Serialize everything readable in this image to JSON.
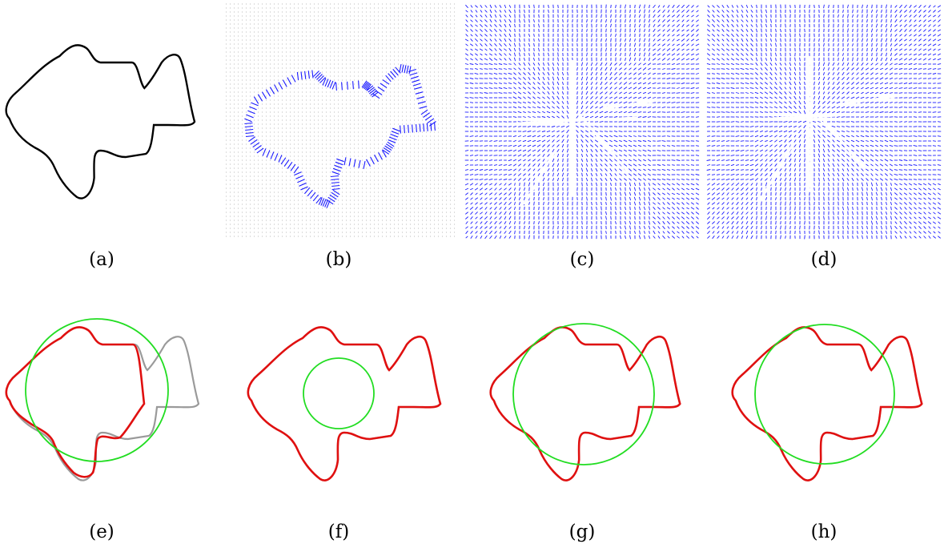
{
  "figure": {
    "panels": [
      {
        "id": "a",
        "label": "(a)",
        "kind": "contour",
        "circle": null
      },
      {
        "id": "b",
        "label": "(b)",
        "kind": "vector-field",
        "field": "sparse",
        "color": "#1a1aff"
      },
      {
        "id": "c",
        "label": "(c)",
        "kind": "vector-field",
        "field": "dense-c",
        "color": "#1a1aff"
      },
      {
        "id": "d",
        "label": "(d)",
        "kind": "vector-field",
        "field": "dense-d",
        "color": "#1a1aff"
      },
      {
        "id": "e",
        "label": "(e)",
        "kind": "segmentation",
        "circle": "large-left"
      },
      {
        "id": "f",
        "label": "(f)",
        "kind": "segmentation",
        "circle": "small-center"
      },
      {
        "id": "g",
        "label": "(g)",
        "kind": "segmentation",
        "circle": "large-center"
      },
      {
        "id": "h",
        "label": "(h)",
        "kind": "segmentation",
        "circle": "large-center"
      }
    ],
    "colors": {
      "contour": "#000000",
      "arrows": "#1a1aff",
      "ground_truth": "#9a9a9a",
      "evolved_curve": "#e01010",
      "initial_circle": "#22dd22"
    }
  }
}
